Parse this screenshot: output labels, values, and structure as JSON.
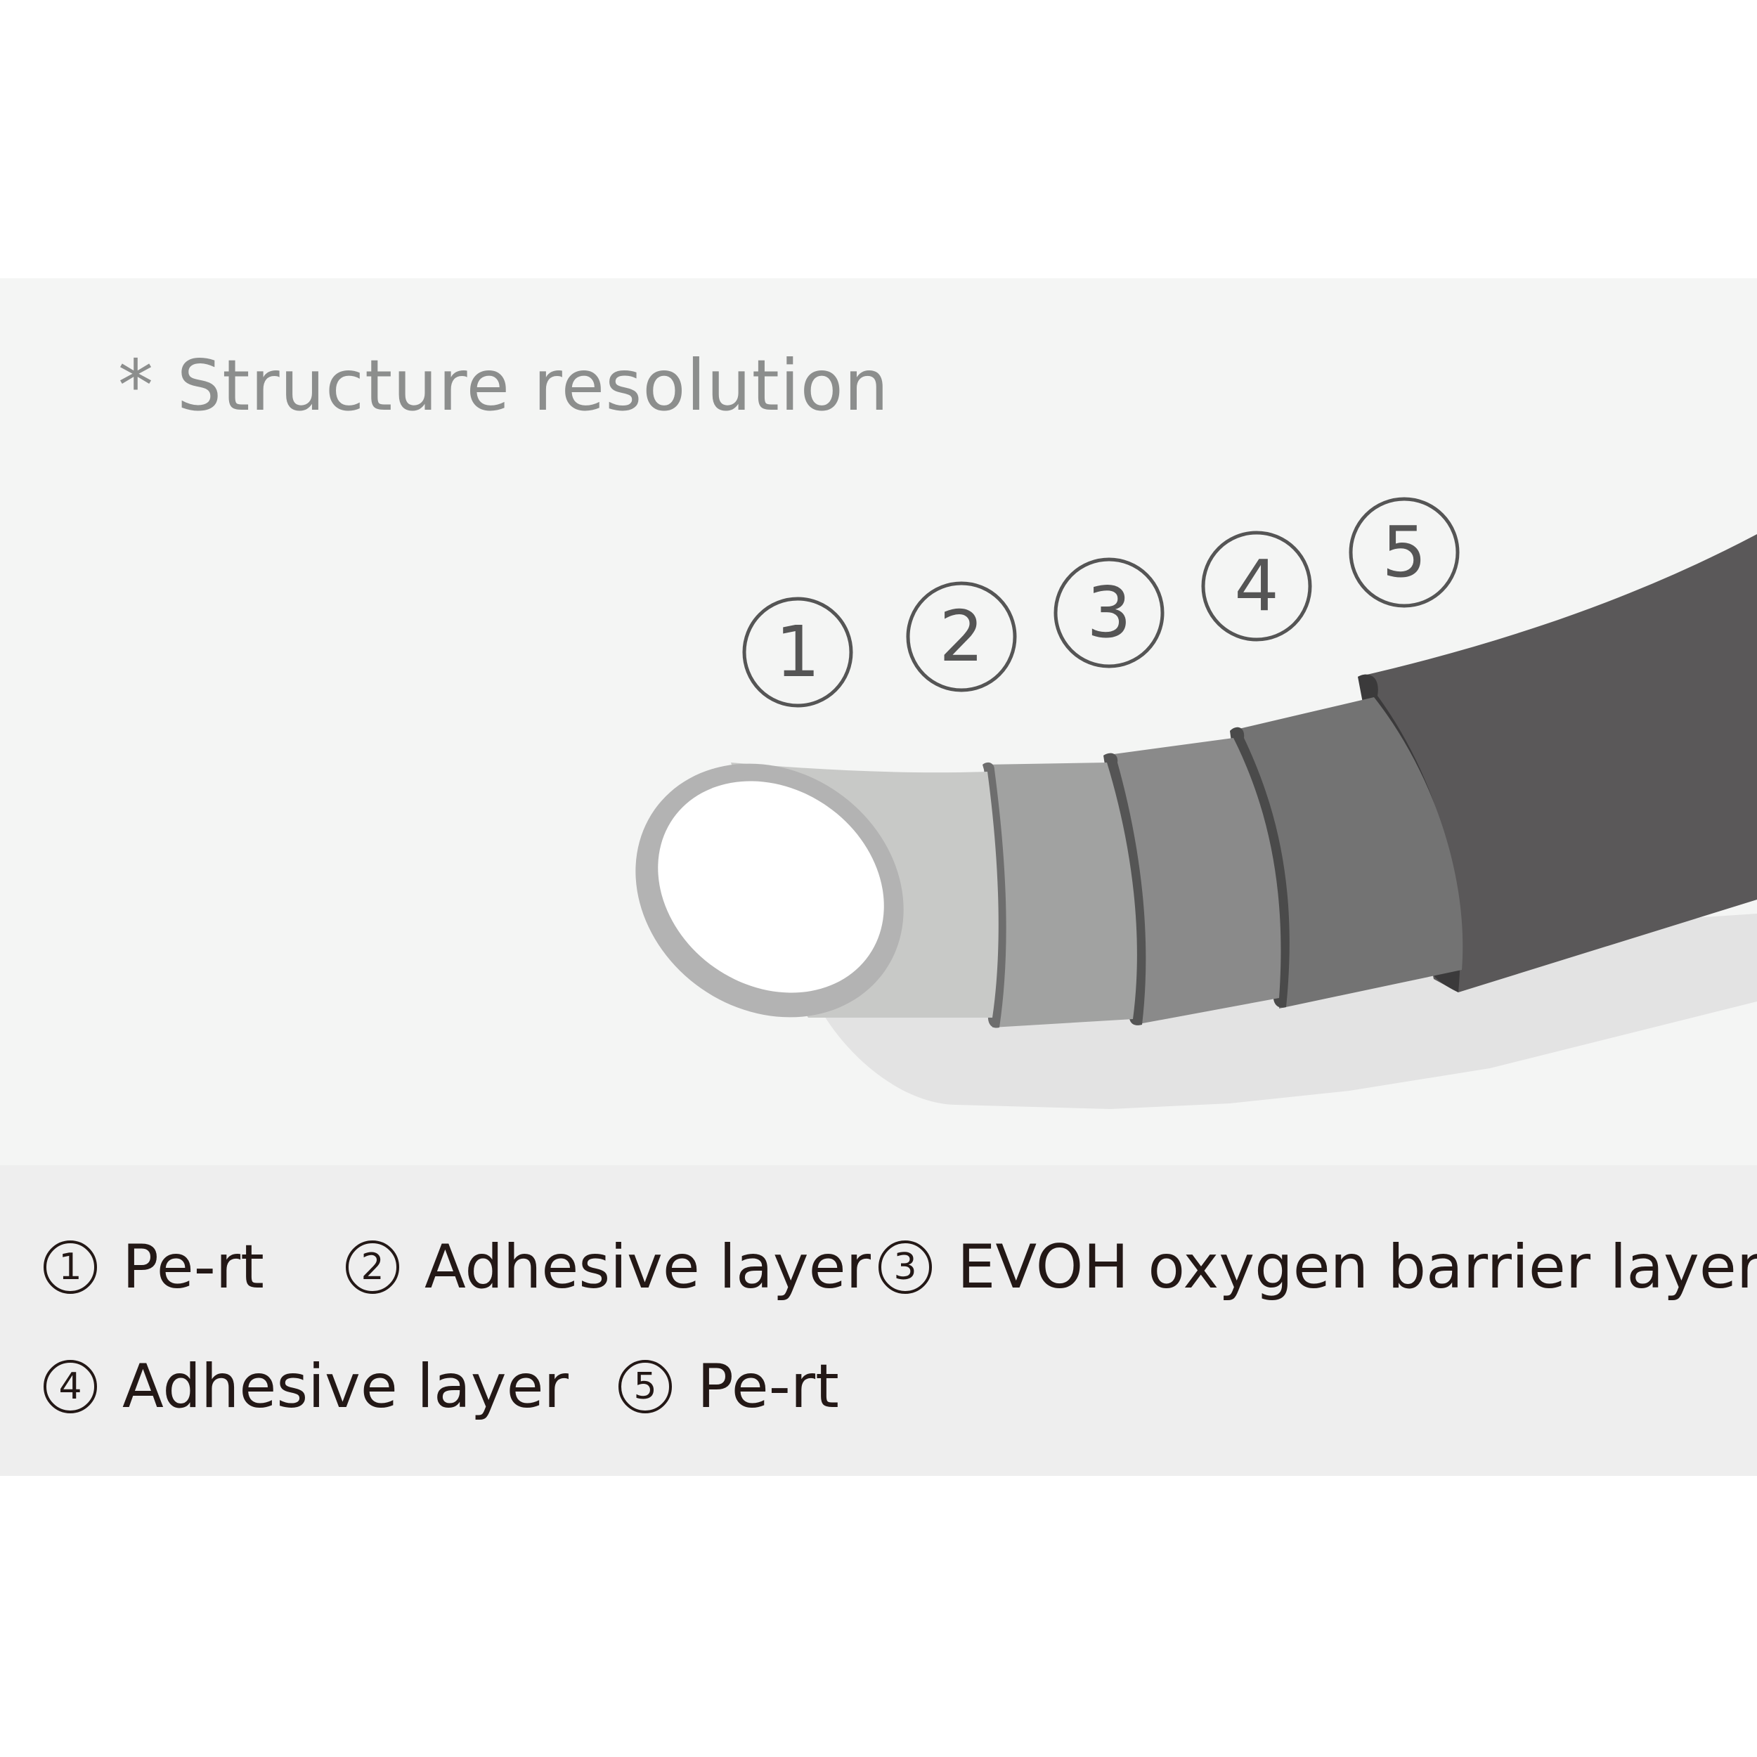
{
  "heading": "* Structure resolution",
  "colors": {
    "panel": "#f4f5f4",
    "legend_panel": "#eeeeee",
    "legend_text": "#231816",
    "heading_text": "#8c8e8d",
    "badge_outline": "#555555",
    "layer_1": "#c8c9c7",
    "layer_2": "#a1a2a1",
    "layer_3": "#8a8a8a",
    "layer_4": "#737373",
    "layer_5": "#5a5859",
    "shadow": "#e3e3e3"
  },
  "callouts": [
    {
      "number": "1"
    },
    {
      "number": "2"
    },
    {
      "number": "3"
    },
    {
      "number": "4"
    },
    {
      "number": "5"
    }
  ],
  "legend": [
    {
      "number": "1",
      "label": "Pe-rt"
    },
    {
      "number": "2",
      "label": "Adhesive layer"
    },
    {
      "number": "3",
      "label": "EVOH oxygen barrier layer"
    },
    {
      "number": "4",
      "label": "Adhesive layer"
    },
    {
      "number": "5",
      "label": "Pe-rt"
    }
  ]
}
